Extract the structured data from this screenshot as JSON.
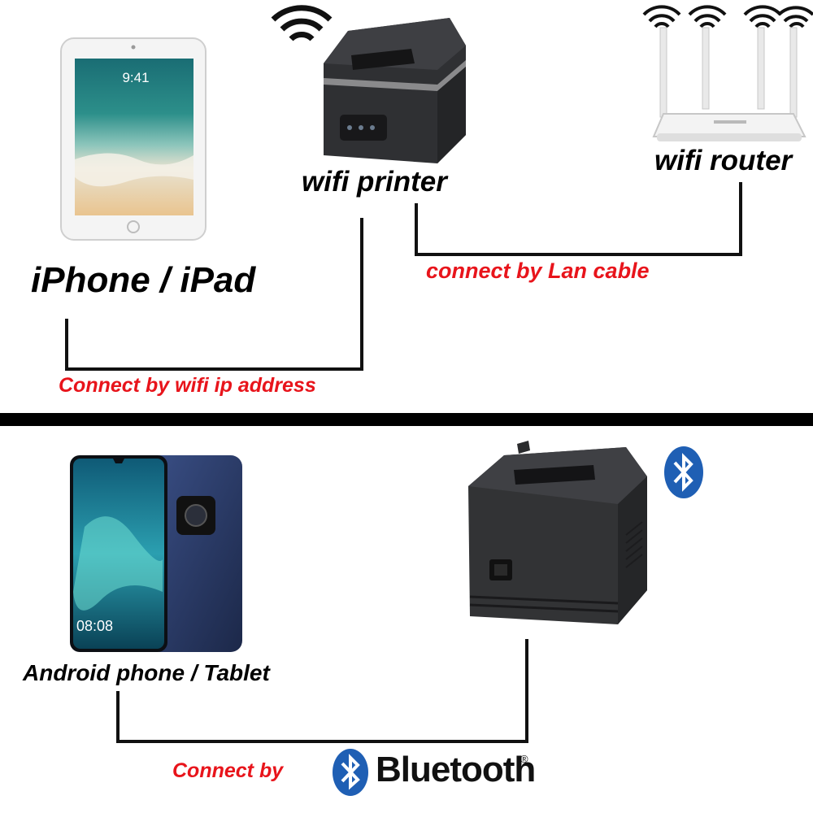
{
  "colors": {
    "caption_red": "#e8141b",
    "line_black": "#111111",
    "bluetooth_blue": "#1f5fb4",
    "printer_dark": "#2a2a2c",
    "router_white": "#eeeeee"
  },
  "top_section": {
    "ipad_label": "iPhone / iPad",
    "ipad_clock": "9:41",
    "wifi_printer_label": "wifi printer",
    "wifi_router_label": "wifi router",
    "lan_caption": "connect by Lan cable",
    "wifi_caption": "Connect by wifi ip address",
    "icons": [
      "tablet-icon",
      "wifi-icon",
      "thermal-printer-icon",
      "router-icon"
    ]
  },
  "bottom_section": {
    "android_label": "Android phone / Tablet",
    "phone_clock": "08:08",
    "bt_caption_prefix": "Connect by",
    "bluetooth_wordmark": "Bluetooth",
    "registered_mark": "®",
    "icons": [
      "android-phone-icon",
      "thermal-printer-icon",
      "bluetooth-icon"
    ]
  }
}
